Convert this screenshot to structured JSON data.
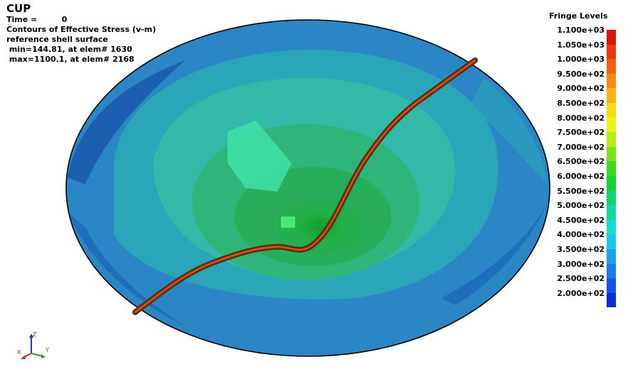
{
  "header": {
    "title": "CUP",
    "time_line": "Time =         0",
    "contour_line": "Contours of Effective Stress (v-m)",
    "surface_line": "reference shell surface",
    "min_line": " min=144.81, at elem# 1630",
    "max_line": " max=1100.1, at elem# 2168"
  },
  "legend": {
    "title": "Fringe Levels",
    "levels": [
      {
        "label": "1.100e+03",
        "color": "#e0120c"
      },
      {
        "label": "1.050e+03",
        "color": "#e83a0c"
      },
      {
        "label": "1.000e+03",
        "color": "#f06010"
      },
      {
        "label": "9.500e+02",
        "color": "#f58a10"
      },
      {
        "label": "9.000e+02",
        "color": "#f8b414"
      },
      {
        "label": "8.500e+02",
        "color": "#f6dc16"
      },
      {
        "label": "8.000e+02",
        "color": "#e8f41a"
      },
      {
        "label": "7.500e+02",
        "color": "#b8ec18"
      },
      {
        "label": "7.000e+02",
        "color": "#7ee21a"
      },
      {
        "label": "6.500e+02",
        "color": "#40d820"
      },
      {
        "label": "6.000e+02",
        "color": "#14d436"
      },
      {
        "label": "5.500e+02",
        "color": "#10d46e"
      },
      {
        "label": "5.000e+02",
        "color": "#14d8a2"
      },
      {
        "label": "4.500e+02",
        "color": "#16dcd0"
      },
      {
        "label": "4.000e+02",
        "color": "#18c8ee"
      },
      {
        "label": "3.500e+02",
        "color": "#1aa0ee"
      },
      {
        "label": "3.000e+02",
        "color": "#1a7cee"
      },
      {
        "label": "2.500e+02",
        "color": "#1454ea"
      },
      {
        "label": "2.000e+02",
        "color": "#0c2ee0"
      }
    ]
  },
  "triad": {
    "x": "X",
    "y": "Y",
    "z": "Z"
  }
}
